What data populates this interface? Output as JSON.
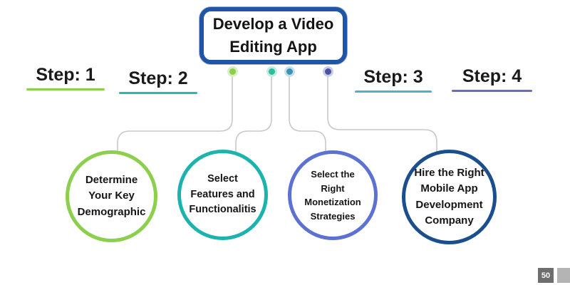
{
  "slide": {
    "background": "#ffffff"
  },
  "title_box": {
    "text": "Develop a Video Editing App",
    "border_color": "#1e55a8",
    "text_color": "#141414"
  },
  "steps": [
    {
      "label": "Step: 1",
      "underline_color": "#8ccf4d"
    },
    {
      "label": "Step: 2",
      "underline_color": "#27b8af"
    },
    {
      "label": "Step: 3",
      "underline_color": "#4eb2c6"
    },
    {
      "label": "Step: 4",
      "underline_color": "#6b6fa8"
    }
  ],
  "dots": [
    {
      "color": "#8ccf4d",
      "halo": "#d9efbe"
    },
    {
      "color": "#2bbd9e",
      "halo": "#c3ebe0"
    },
    {
      "color": "#3c93b8",
      "halo": "#c8e0eb"
    },
    {
      "color": "#4a52a3",
      "halo": "#cacde6"
    }
  ],
  "connectors": {
    "color": "#c8c8c8"
  },
  "circles": [
    {
      "border_color": "#8ccf4d",
      "lines": [
        "Determine",
        "Your Key",
        "Demographic"
      ]
    },
    {
      "border_color": "#1cb2ae",
      "lines": [
        "Select",
        "Features and",
        "Functionalitis"
      ]
    },
    {
      "border_color": "#5b72d2",
      "lines": [
        "Select the",
        "Right",
        "Monetization",
        "Strategies"
      ]
    },
    {
      "border_color": "#1a4e8c",
      "lines": [
        "Hire the Right",
        "Mobile App",
        "Development",
        "Company"
      ]
    }
  ],
  "page_number": {
    "value": "50",
    "badge_color": "#6e6e6e",
    "side_color": "#b4b4b4"
  }
}
